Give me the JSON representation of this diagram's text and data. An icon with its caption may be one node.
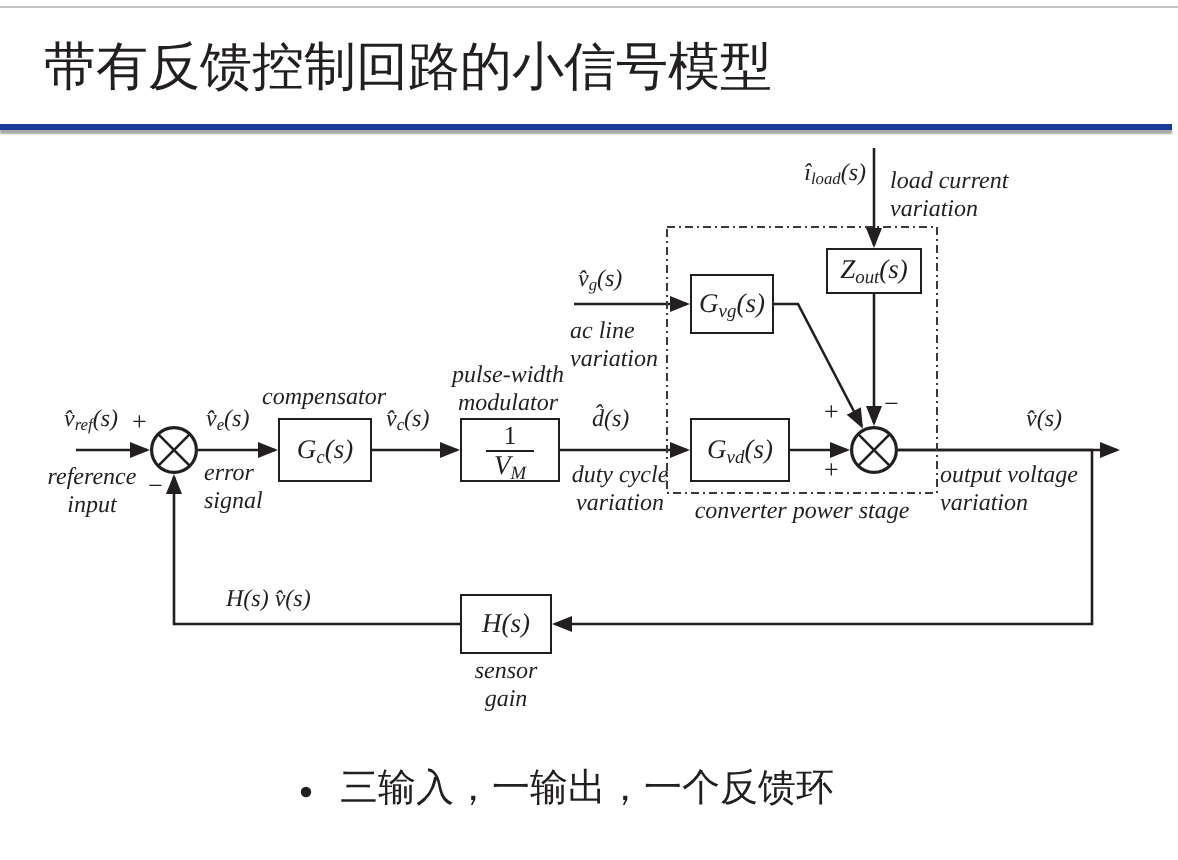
{
  "diagram": {
    "title": "带有反馈控制回路的小信号模型",
    "nodes": [
      {
        "text": [],
        "shape": "circle",
        "beside": [
          "+",
          "−"
        ]
      },
      {
        "text": [
          "G$_{c}$(s)"
        ],
        "beside": [
          "compensator"
        ]
      },
      {
        "text": [
          "1",
          "V$_{M}$"
        ],
        "beside": [
          "pulse-width modulator"
        ]
      },
      {
        "text": [
          "converter power stage"
        ]
      },
      {
        "text": [
          "Z$_{out}$(s)"
        ],
        "in": 3
      },
      {
        "text": [
          "G$_{vg}$(s)"
        ],
        "in": 3
      },
      {
        "text": [
          "G$_{vd}$(s)"
        ],
        "in": 3
      },
      {
        "text": [],
        "shape": "circle",
        "in": 3,
        "beside": [
          "+",
          "−",
          "+"
        ]
      },
      {
        "text": [
          "H(s)"
        ],
        "beside": [
          "sensor gain"
        ]
      }
    ],
    "edges": [
      {
        "from": null,
        "to": 0,
        "arrow": "to",
        "label": "v̂$_{ref}$(s)"
      },
      {
        "from": 0,
        "to": 1,
        "arrow": "to",
        "label": "v̂$_{e}$(s)"
      },
      {
        "from": 1,
        "to": 2,
        "arrow": "to",
        "label": "v̂$_{c}$(s)"
      },
      {
        "from": 2,
        "to": 6,
        "arrow": "to",
        "label": "d̂(s)"
      },
      {
        "from": null,
        "to": 5,
        "arrow": "to",
        "label": "v̂$_{g}$(s)"
      },
      {
        "from": null,
        "to": 4,
        "arrow": "to",
        "label": "î$_{load}$(s)"
      },
      {
        "from": 5,
        "to": 7,
        "arrow": "to"
      },
      {
        "from": 4,
        "to": 7,
        "arrow": "to"
      },
      {
        "from": 6,
        "to": 7,
        "arrow": "to"
      },
      {
        "from": 7,
        "to": null,
        "arrow": "to",
        "label": "v̂(s)"
      },
      {
        "from": 7,
        "to": 8,
        "arrow": "to"
      },
      {
        "from": 8,
        "to": 0,
        "arrow": "to",
        "label": "H(s) v̂(s)"
      }
    ],
    "labels": [
      "load current variation",
      "ac line variation",
      "reference input",
      "error signal",
      "duty cycle variation",
      "output voltage variation",
      "三输入，一输出，一个反馈环"
    ]
  }
}
